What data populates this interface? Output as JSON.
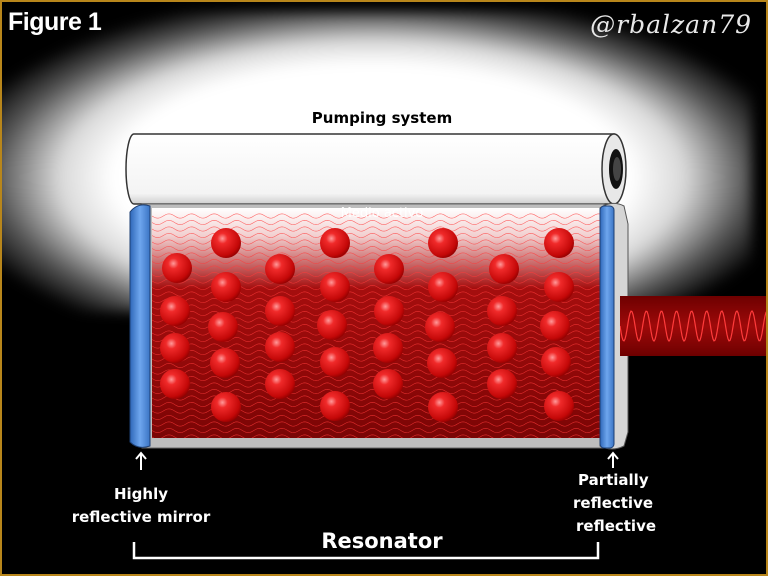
{
  "figure_title": "Figure 1",
  "watermark": "@rbalzan79",
  "pumping_system_label": "Pumping system",
  "medium_label": "Medio activo",
  "left_mirror_label_line1": "Highly",
  "left_mirror_label_line2": "reflective mirror",
  "right_mirror_label_line1": "Partially",
  "right_mirror_label_line2": "reflective",
  "right_mirror_label_line3": "reflective",
  "resonator_label": "Resonator",
  "colors": {
    "frame_border": "#b8861b",
    "medium_red": "#a10d0d",
    "atom_red": "#e01515",
    "mirror_blue": "#4a86d4",
    "beam_red": "#8a0000",
    "wave_red": "#ff3b3b"
  }
}
